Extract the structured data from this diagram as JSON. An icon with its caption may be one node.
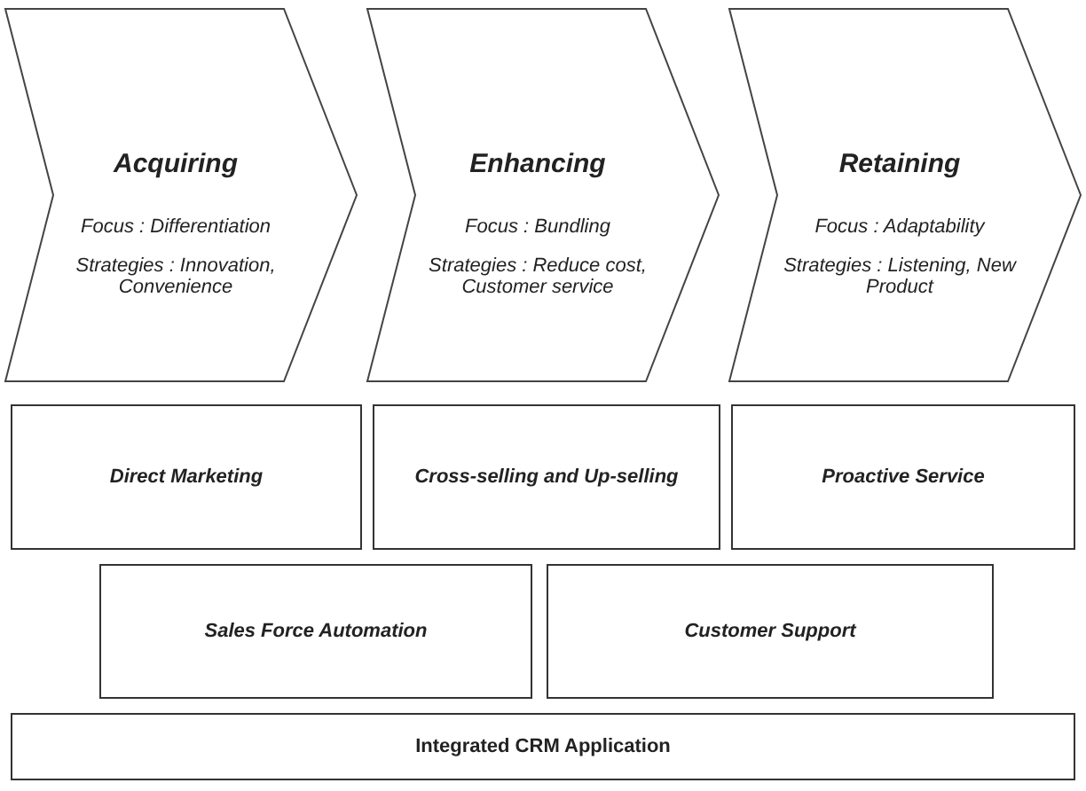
{
  "diagram": {
    "nodes": [
      {
        "text": [
          "Acquiring",
          "Focus : Differentiation",
          "Strategies : Innovation, Convenience"
        ]
      },
      {
        "text": [
          "Enhancing",
          "Focus : Bundling",
          "Strategies : Reduce cost, Customer service"
        ]
      },
      {
        "text": [
          "Retaining",
          "Focus : Adaptability",
          "Strategies : Listening, New Product"
        ]
      },
      {
        "text": [
          "Direct Marketing"
        ]
      },
      {
        "text": [
          "Cross-selling and Up-selling"
        ]
      },
      {
        "text": [
          "Proactive Service"
        ]
      },
      {
        "text": [
          "Sales Force Automation"
        ]
      },
      {
        "text": [
          "Customer Support"
        ]
      },
      {
        "text": [
          "Integrated CRM Application"
        ]
      }
    ]
  }
}
